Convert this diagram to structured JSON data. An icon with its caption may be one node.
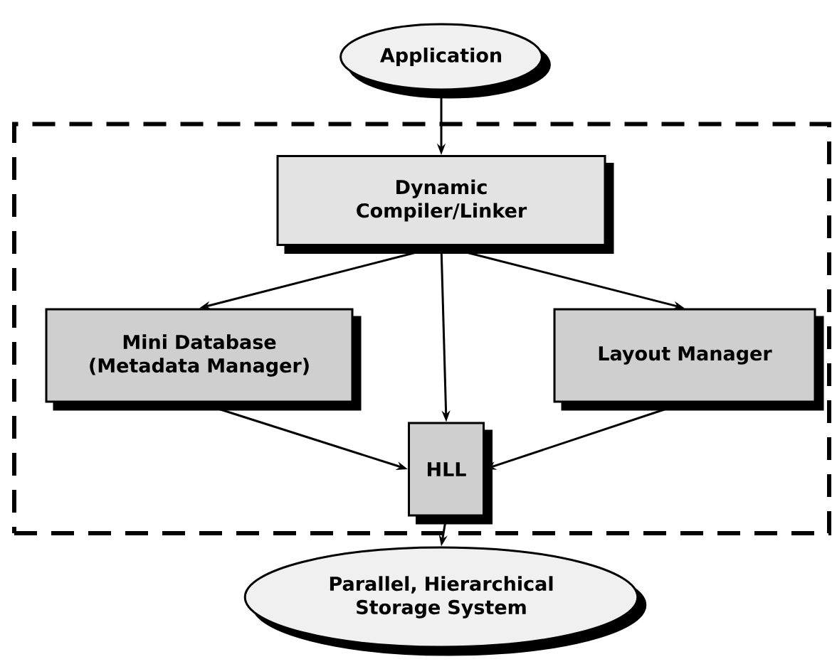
{
  "diagram": {
    "nodes": [
      {
        "text": [
          "Application"
        ]
      },
      {
        "text": [],
        "shape": "box"
      },
      {
        "text": [
          "Dynamic Compiler/Linker"
        ],
        "in": 1
      },
      {
        "text": [
          "Mini Database (Metadata Manager)"
        ],
        "in": 1
      },
      {
        "text": [
          "Layout Manager"
        ],
        "in": 1
      },
      {
        "text": [
          "HLL"
        ],
        "in": 1
      },
      {
        "text": [
          "Parallel, Hierarchical Storage System"
        ]
      }
    ],
    "edges": [
      {
        "from": 0,
        "to": 2,
        "arrow": "to"
      },
      {
        "from": 2,
        "to": 3,
        "arrow": "to"
      },
      {
        "from": 2,
        "to": 5,
        "arrow": "to"
      },
      {
        "from": 2,
        "to": 4,
        "arrow": "to"
      },
      {
        "from": 3,
        "to": 5,
        "arrow": "to"
      },
      {
        "from": 4,
        "to": 5,
        "arrow": "to"
      },
      {
        "from": 5,
        "to": 6,
        "arrow": "to"
      }
    ]
  }
}
